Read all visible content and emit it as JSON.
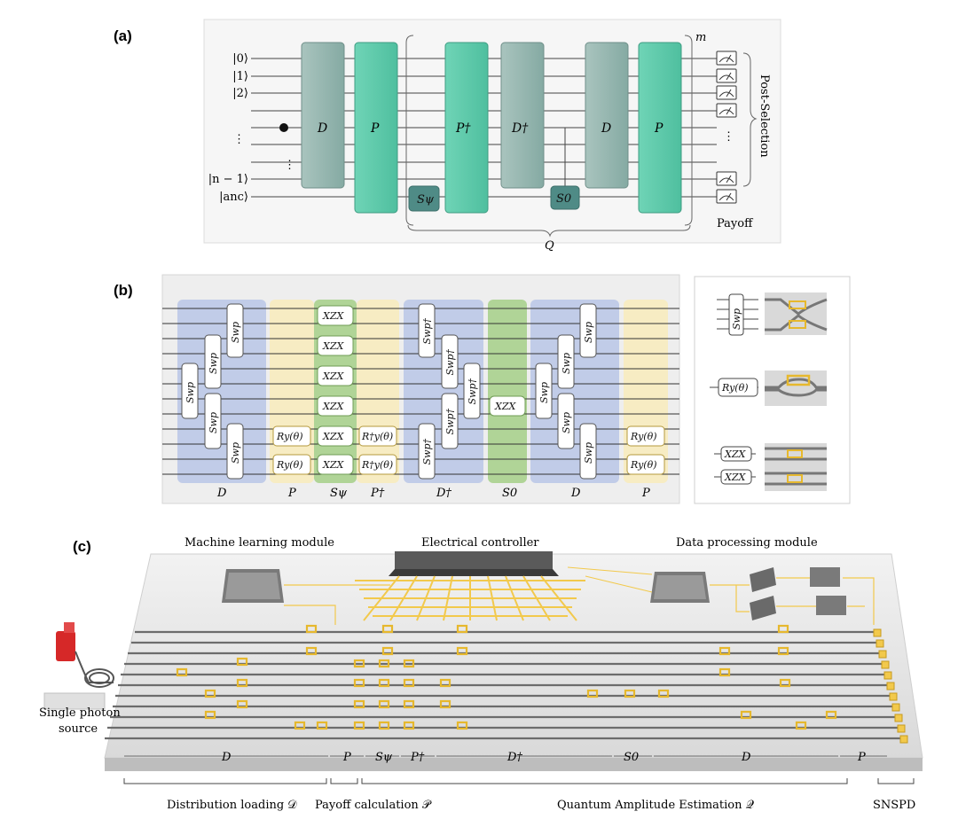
{
  "panels": {
    "a": {
      "label": "(a)",
      "inputs": [
        "|0⟩",
        "|1⟩",
        "|2⟩",
        "⋮",
        "⋮",
        "|n − 1⟩",
        "|anc⟩"
      ],
      "gates": {
        "D": "D",
        "P": "P",
        "Pdag": "P†",
        "Ddag": "D†",
        "D2": "D",
        "P2": "P",
        "S_psi": "Sψ",
        "S0": "S0"
      },
      "m": "m",
      "Q": "Q",
      "post_selection": "Post-Selection",
      "payoff": "Payoff",
      "dots": "⋮"
    },
    "b": {
      "label": "(b)",
      "swp": "Swp",
      "swp_dag": "Swp†",
      "xzx": "XZX",
      "ry": "Ry(θ)",
      "ry_dag": "R†y(θ)",
      "bottom_labels": [
        "D",
        "P",
        "Sψ",
        "P†",
        "D†",
        "S0",
        "D",
        "P"
      ],
      "legend": {
        "swp": "Swp",
        "ry": "Ry(θ)",
        "xzx": "XZX"
      }
    },
    "c": {
      "label": "(c)",
      "modules": {
        "ml": "Machine learning module",
        "ec": "Electrical controller",
        "dp": "Data processing module"
      },
      "source": [
        "Single photon",
        "source"
      ],
      "sections": [
        "D",
        "P",
        "Sψ",
        "P†",
        "D†",
        "S0",
        "D",
        "P"
      ],
      "bottom": {
        "dist": "Distribution loading 𝒟",
        "payoff": "Payoff calculation 𝒫",
        "qae": "Quantum Amplitude Estimation 𝒬",
        "snspd": "SNSPD"
      }
    }
  },
  "colors": {
    "teal_dark": "#5e8f86",
    "teal_gray": "#8fb3ad",
    "teal": "#5cc9ab",
    "blue_zone": "#b8c6e6",
    "yellow_zone": "#f7ecc3",
    "green_zone": "#a8d08d",
    "chip": "#e3e3e3",
    "gold": "#f2c94c"
  }
}
